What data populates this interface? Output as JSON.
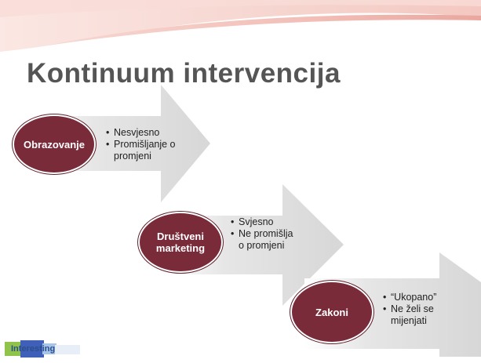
{
  "slide": {
    "title": "Kontinuum intervencija"
  },
  "steps": [
    {
      "circle_label": "Obrazovanje",
      "bullets": [
        "Nesvjesno",
        "Promišljanje o promjeni"
      ]
    },
    {
      "circle_label": "Društveni marketing",
      "bullets": [
        "Svjesno",
        "Ne promišlja o promjeni"
      ]
    },
    {
      "circle_label": "Zakoni",
      "bullets": [
        "“Ukopano”",
        "Ne želi se mijenjati"
      ]
    }
  ],
  "logo": {
    "text": "Interesting"
  },
  "colors": {
    "circle": "#7a2b3a",
    "arrow": "#ececec",
    "title": "#555555",
    "swoosh": "#e9a79f"
  }
}
